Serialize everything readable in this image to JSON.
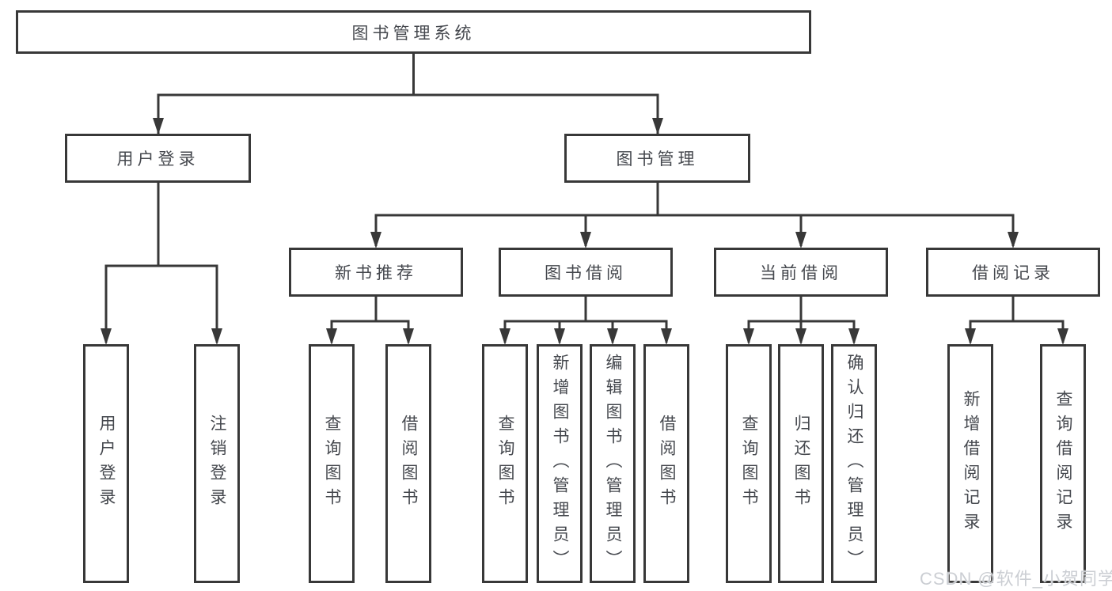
{
  "diagram": {
    "root": {
      "label": "图书管理系统"
    },
    "branches": [
      {
        "label": "用户登录",
        "children": [
          {
            "label": "用户登录"
          },
          {
            "label": "注销登录"
          }
        ]
      },
      {
        "label": "图书管理",
        "children": [
          {
            "label": "新书推荐",
            "children": [
              {
                "label": "查询图书"
              },
              {
                "label": "借阅图书"
              }
            ]
          },
          {
            "label": "图书借阅",
            "children": [
              {
                "label": "查询图书"
              },
              {
                "label": "新增图书（管理员）"
              },
              {
                "label": "编辑图书（管理员）"
              },
              {
                "label": "借阅图书"
              }
            ]
          },
          {
            "label": "当前借阅",
            "children": [
              {
                "label": "查询图书"
              },
              {
                "label": "归还图书"
              },
              {
                "label": "确认归还（管理员）"
              }
            ]
          },
          {
            "label": "借阅记录",
            "children": [
              {
                "label": "新增借阅记录"
              },
              {
                "label": "查询借阅记录"
              }
            ]
          }
        ]
      }
    ]
  },
  "watermark": {
    "text": "CSDN @软件_小贺同学"
  },
  "colors": {
    "line": "#383838",
    "text": "#45484e",
    "background": "#ffffff",
    "watermark": "#cbced3"
  }
}
